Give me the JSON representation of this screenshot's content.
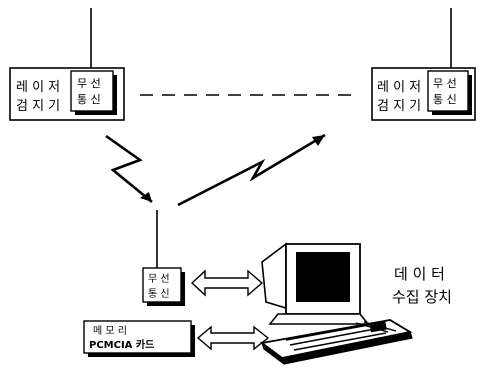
{
  "detector_left": {
    "line1": "레 이 저",
    "line2": "검 지 기",
    "module_line1": "무 선",
    "module_line2": "통 신"
  },
  "detector_right": {
    "line1": "레 이 저",
    "line2": "검 지 기",
    "module_line1": "무 선",
    "module_line2": "통 신"
  },
  "station_module": {
    "line1": "무 선",
    "line2": "통 신"
  },
  "memory_card": {
    "line1": "메   모   리",
    "line2": "PCMCIA 카드"
  },
  "data_collector": {
    "line1": "데 이 터",
    "line2": "수집 장치"
  }
}
